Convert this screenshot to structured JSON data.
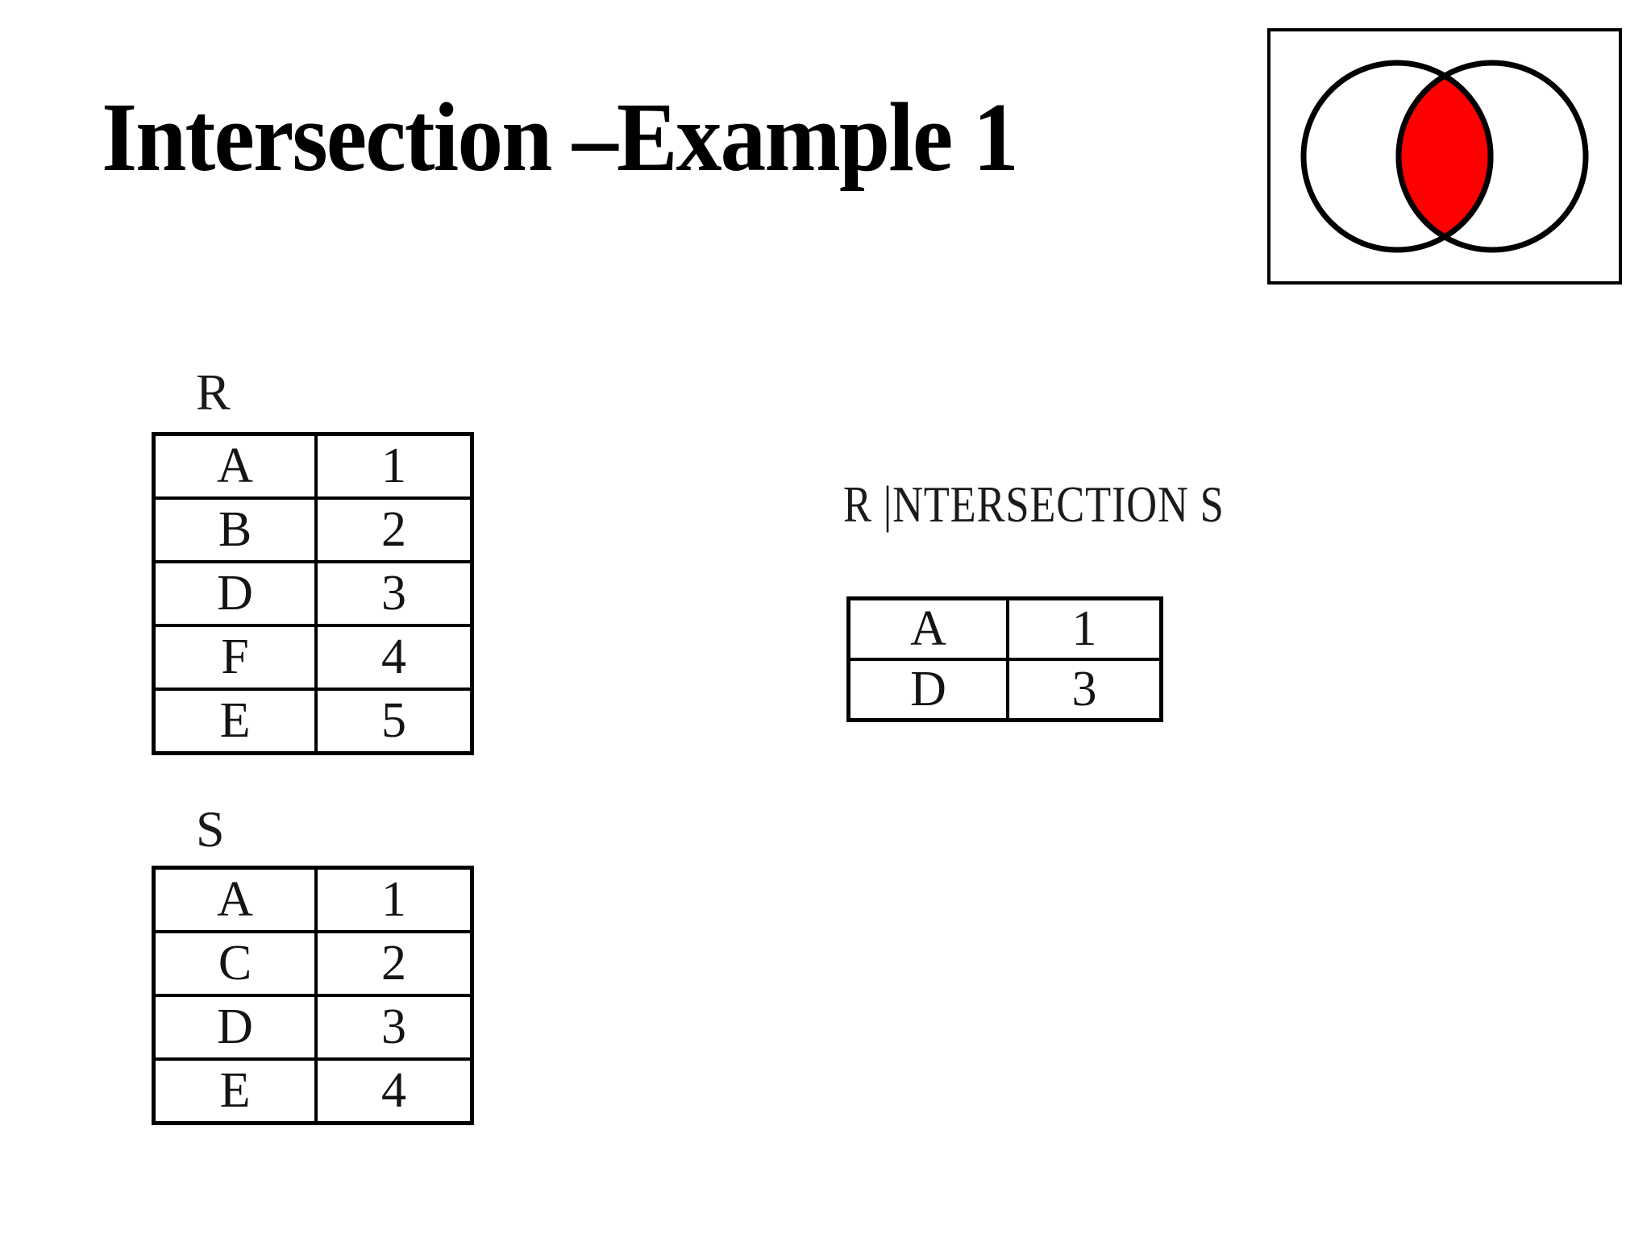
{
  "title": "Intersection –Example 1",
  "venn": {
    "intersection_color": "#fe0000"
  },
  "tables": {
    "r": {
      "label": "R",
      "rows": [
        [
          "A",
          "1"
        ],
        [
          "B",
          "2"
        ],
        [
          "D",
          "3"
        ],
        [
          "F",
          "4"
        ],
        [
          "E",
          "5"
        ]
      ]
    },
    "s": {
      "label": "S",
      "rows": [
        [
          "A",
          "1"
        ],
        [
          "C",
          "2"
        ],
        [
          "D",
          "3"
        ],
        [
          "E",
          "4"
        ]
      ]
    },
    "result": {
      "label": "R |NTERSECTION S",
      "rows": [
        [
          "A",
          "1"
        ],
        [
          "D",
          "3"
        ]
      ]
    }
  }
}
